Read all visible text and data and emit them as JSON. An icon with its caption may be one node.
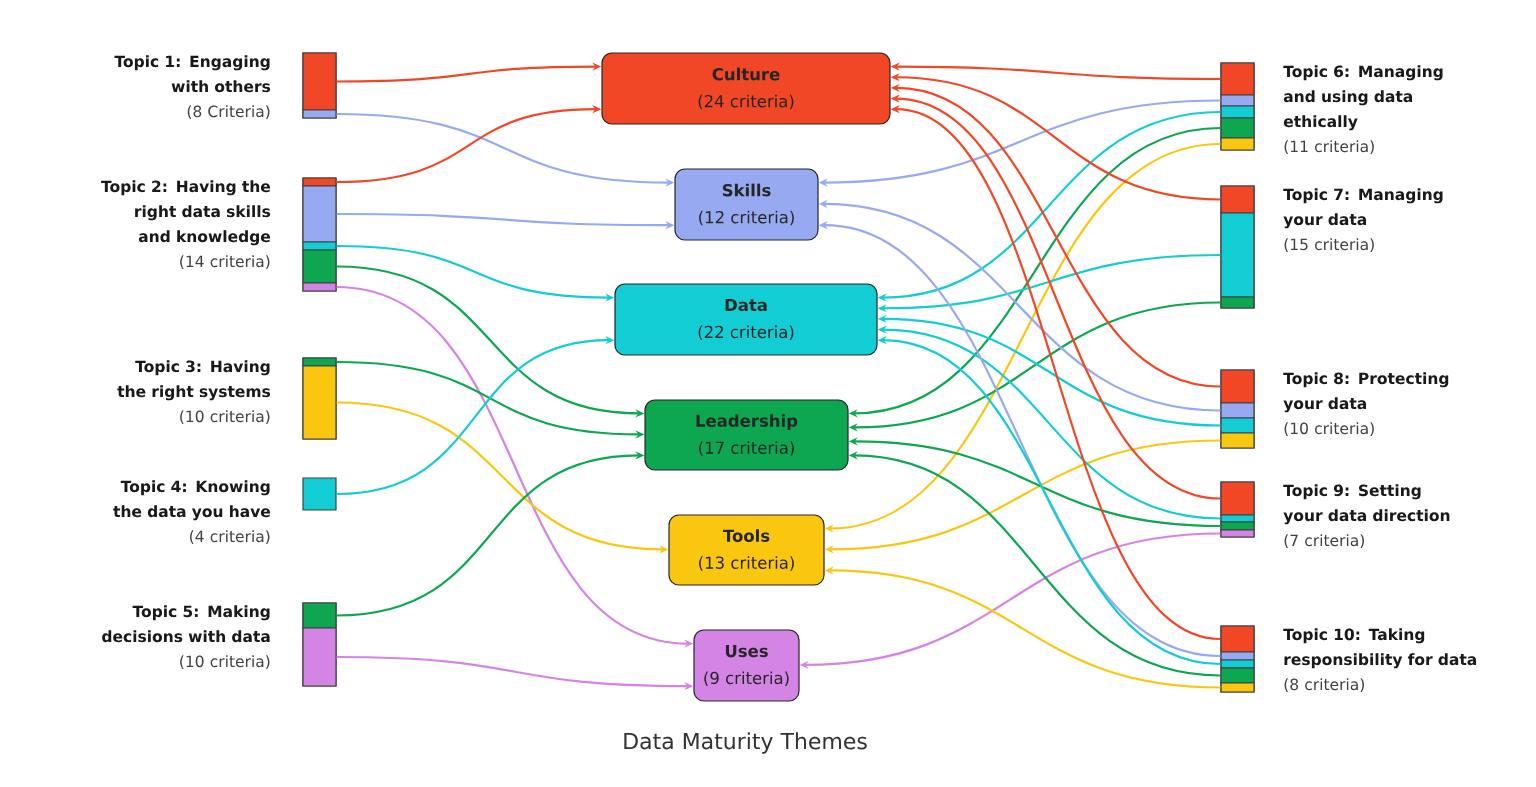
{
  "diagram": {
    "title": "Data Maturity Themes",
    "nodes": [
      {
        "text": [
          "Topic 1: Engaging with others",
          "(8 Criteria)"
        ]
      },
      {
        "text": [],
        "shape": "bar",
        "in": 0
      },
      {
        "text": [],
        "shape": "bar",
        "in": 0
      },
      {
        "text": [
          "Topic 2: Having the right data skills and knowledge",
          "(14 criteria)"
        ]
      },
      {
        "text": [],
        "shape": "bar",
        "in": 3
      },
      {
        "text": [],
        "shape": "bar",
        "in": 3
      },
      {
        "text": [],
        "shape": "bar",
        "in": 3
      },
      {
        "text": [],
        "shape": "bar",
        "in": 3
      },
      {
        "text": [],
        "shape": "bar",
        "in": 3
      },
      {
        "text": [
          "Topic 3: Having the right systems",
          "(10 criteria)"
        ]
      },
      {
        "text": [],
        "shape": "bar",
        "in": 9
      },
      {
        "text": [],
        "shape": "bar",
        "in": 9
      },
      {
        "text": [
          "Topic 4: Knowing the data you have",
          "(4 criteria)"
        ]
      },
      {
        "text": [
          "Topic 5: Making decisions with data",
          "(10 criteria)"
        ]
      },
      {
        "text": [],
        "shape": "bar",
        "in": 13
      },
      {
        "text": [],
        "shape": "bar",
        "in": 13
      },
      {
        "text": [
          "Culture",
          "(24 criteria)"
        ]
      },
      {
        "text": [
          "Skills",
          "(12 criteria)"
        ]
      },
      {
        "text": [
          "Data",
          "(22 criteria)"
        ]
      },
      {
        "text": [
          "Leadership",
          "(17 criteria)"
        ]
      },
      {
        "text": [
          "Tools",
          "(13 criteria)"
        ]
      },
      {
        "text": [
          "Uses",
          "(9 criteria)"
        ]
      },
      {
        "text": [
          "Topic 6: Managing and using data ethically",
          "(11 criteria)"
        ]
      },
      {
        "text": [],
        "shape": "bar",
        "in": 22
      },
      {
        "text": [],
        "shape": "bar",
        "in": 22
      },
      {
        "text": [],
        "shape": "bar",
        "in": 22
      },
      {
        "text": [],
        "shape": "bar",
        "in": 22
      },
      {
        "text": [],
        "shape": "bar",
        "in": 22
      },
      {
        "text": [
          "Topic 7: Managing your data",
          "(15 criteria)"
        ]
      },
      {
        "text": [],
        "shape": "bar",
        "in": 28
      },
      {
        "text": [],
        "shape": "bar",
        "in": 28
      },
      {
        "text": [],
        "shape": "bar",
        "in": 28
      },
      {
        "text": [
          "Topic 8: Protecting your data",
          "(10 criteria)"
        ]
      },
      {
        "text": [],
        "shape": "bar",
        "in": 32
      },
      {
        "text": [],
        "shape": "bar",
        "in": 32
      },
      {
        "text": [],
        "shape": "bar",
        "in": 32
      },
      {
        "text": [],
        "shape": "bar",
        "in": 32
      },
      {
        "text": [
          "Topic 9: Setting your data direction",
          "(7 criteria)"
        ]
      },
      {
        "text": [],
        "shape": "bar",
        "in": 37
      },
      {
        "text": [],
        "shape": "bar",
        "in": 37
      },
      {
        "text": [],
        "shape": "bar",
        "in": 37
      },
      {
        "text": [],
        "shape": "bar",
        "in": 37
      },
      {
        "text": [
          "Topic 10: Taking responsibility for data",
          "(8 criteria)"
        ]
      },
      {
        "text": [],
        "shape": "bar",
        "in": 42
      },
      {
        "text": [],
        "shape": "bar",
        "in": 42
      },
      {
        "text": [],
        "shape": "bar",
        "in": 42
      },
      {
        "text": [],
        "shape": "bar",
        "in": 42
      },
      {
        "text": [],
        "shape": "bar",
        "in": 42
      }
    ],
    "edges": [
      {
        "from": 1,
        "to": 16,
        "arrow": "to",
        "color": "#f24726"
      },
      {
        "from": 2,
        "to": 17,
        "arrow": "to",
        "color": "#97a9f1"
      },
      {
        "from": 4,
        "to": 16,
        "arrow": "to",
        "color": "#f24726"
      },
      {
        "from": 5,
        "to": 17,
        "arrow": "to",
        "color": "#97a9f1"
      },
      {
        "from": 6,
        "to": 18,
        "arrow": "to",
        "color": "#12cdd4"
      },
      {
        "from": 7,
        "to": 19,
        "arrow": "to",
        "color": "#0ca750"
      },
      {
        "from": 8,
        "to": 21,
        "arrow": "to",
        "color": "#d484e4"
      },
      {
        "from": 10,
        "to": 19,
        "arrow": "to",
        "color": "#0ca750"
      },
      {
        "from": 11,
        "to": 20,
        "arrow": "to",
        "color": "#fac710"
      },
      {
        "from": 12,
        "to": 18,
        "arrow": "to",
        "color": "#12cdd4"
      },
      {
        "from": 14,
        "to": 19,
        "arrow": "to",
        "color": "#0ca750"
      },
      {
        "from": 15,
        "to": 21,
        "arrow": "to",
        "color": "#d484e4"
      },
      {
        "from": 23,
        "to": 16,
        "arrow": "to",
        "color": "#f24726"
      },
      {
        "from": 24,
        "to": 17,
        "arrow": "to",
        "color": "#97a9f1"
      },
      {
        "from": 25,
        "to": 18,
        "arrow": "to",
        "color": "#12cdd4"
      },
      {
        "from": 26,
        "to": 19,
        "arrow": "to",
        "color": "#0ca750"
      },
      {
        "from": 27,
        "to": 20,
        "arrow": "to",
        "color": "#fac710"
      },
      {
        "from": 29,
        "to": 16,
        "arrow": "to",
        "color": "#f24726"
      },
      {
        "from": 30,
        "to": 18,
        "arrow": "to",
        "color": "#12cdd4"
      },
      {
        "from": 31,
        "to": 19,
        "arrow": "to",
        "color": "#0ca750"
      },
      {
        "from": 33,
        "to": 16,
        "arrow": "to",
        "color": "#f24726"
      },
      {
        "from": 34,
        "to": 17,
        "arrow": "to",
        "color": "#97a9f1"
      },
      {
        "from": 35,
        "to": 18,
        "arrow": "to",
        "color": "#12cdd4"
      },
      {
        "from": 36,
        "to": 20,
        "arrow": "to",
        "color": "#fac710"
      },
      {
        "from": 38,
        "to": 16,
        "arrow": "to",
        "color": "#f24726"
      },
      {
        "from": 39,
        "to": 18,
        "arrow": "to",
        "color": "#12cdd4"
      },
      {
        "from": 40,
        "to": 19,
        "arrow": "to",
        "color": "#0ca750"
      },
      {
        "from": 41,
        "to": 21,
        "arrow": "to",
        "color": "#d484e4"
      },
      {
        "from": 43,
        "to": 16,
        "arrow": "to",
        "color": "#f24726"
      },
      {
        "from": 44,
        "to": 17,
        "arrow": "to",
        "color": "#97a9f1"
      },
      {
        "from": 45,
        "to": 18,
        "arrow": "to",
        "color": "#12cdd4"
      },
      {
        "from": 46,
        "to": 19,
        "arrow": "to",
        "color": "#0ca750"
      },
      {
        "from": 47,
        "to": 20,
        "arrow": "to",
        "color": "#fac710"
      }
    ]
  }
}
